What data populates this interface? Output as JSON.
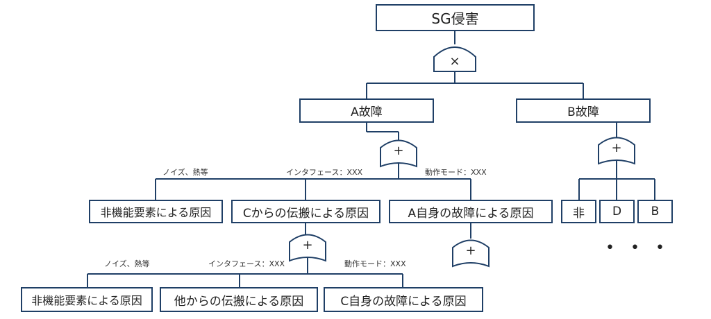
{
  "top_event": "SG侵害",
  "and_gate_symbol": "×",
  "or_gate_symbol": "+",
  "node_a": "A故障",
  "node_b": "B故障",
  "level2": {
    "nonfunc": "非機能要素による原因",
    "c_prop": "Cからの伝搬による原因",
    "a_self": "A自身の故障による原因"
  },
  "b_children": [
    "非",
    "D",
    "B"
  ],
  "edge_labels": {
    "noise": "ノイズ、熱等",
    "interface": "インタフェース：XXX",
    "mode": "動作モード：XXX"
  },
  "level3": {
    "nonfunc": "非機能要素による原因",
    "other_prop": "他からの伝搬による原因",
    "c_self": "C自身の故障による原因"
  },
  "ellipsis": "• • •"
}
